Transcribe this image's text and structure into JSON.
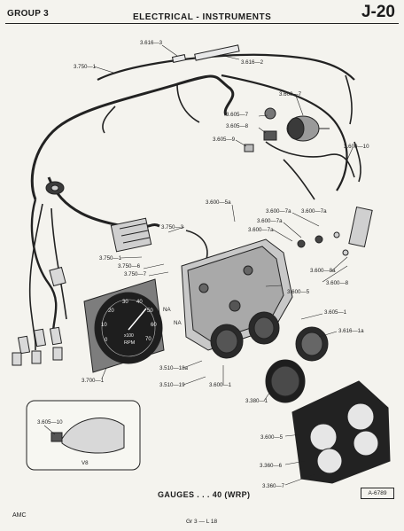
{
  "header": {
    "group": "GROUP 3",
    "section_title": "ELECTRICAL - INSTRUMENTS",
    "page_code": "J-20"
  },
  "callouts": {
    "c1": "3.616—3",
    "c2": "3.750—1",
    "c3": "3.616—2",
    "c4": "3.600—7",
    "c5": "3.605—7",
    "c6": "3.605—8",
    "c7": "3.605—9",
    "c8": "3.600—10",
    "c9": "3.600—5a",
    "c10": "3.600—7a",
    "c11": "3.600—7a",
    "c12": "3.600—7a",
    "c13": "3.600—7a",
    "c14": "3.750—3",
    "c15": "3.750—1",
    "c16": "3.750—6",
    "c17": "3.750—7",
    "c18": "3.600—5",
    "c19": "3.600—8a",
    "c20": "3.600—8",
    "c21": "3.605—1",
    "c22": "3.616—1a",
    "c23": "3.510—18a",
    "c24": "3.510—19",
    "c25": "3.600—1",
    "c26": "3.380—1",
    "c27": "3.700—1",
    "c28": "3.605—10",
    "c29": "3.600—5",
    "c30": "3.360—6",
    "c31": "3.360—7"
  },
  "labels": {
    "na1": "NA",
    "na2": "NA",
    "v8": "V8",
    "rpm": "RPM",
    "x100": "x100",
    "tach_nums": [
      "0",
      "10",
      "20",
      "30",
      "40",
      "50",
      "60",
      "70"
    ]
  },
  "caption": "GAUGES . . . 40 (WRP)",
  "figure_id": "A-6789",
  "footer": {
    "left": "AMC",
    "center": "Gr 3 — L 18"
  }
}
